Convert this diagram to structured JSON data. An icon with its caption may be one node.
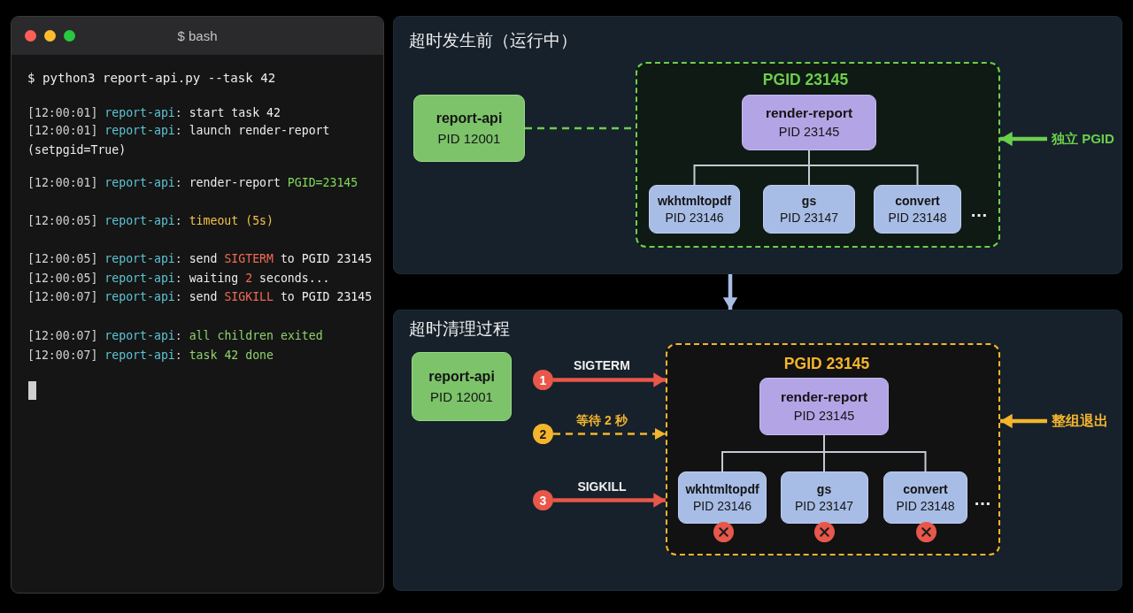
{
  "diagram": {
    "nodes": [
      {
        "text": [
          "$ bash",
          "$ python3 report-api.py --task 42",
          "[12:00:01] report-api: start task 42",
          "[12:00:01] report-api: launch render-report (setpgid=True)",
          "[12:00:01] report-api: render-report PGID=23145",
          "[12:00:05] report-api: timeout (5s)",
          "[12:00:05] report-api: send SIGTERM to PGID 23145",
          "[12:00:05] report-api: waiting 2 seconds...",
          "[12:00:07] report-api: send SIGKILL to PGID 23145",
          "[12:00:07] report-api: all children exited",
          "[12:00:07] report-api: task 42 done"
        ]
      },
      {
        "text": [
          "超时发生前（运行中）"
        ]
      },
      {
        "text": [
          "report-api",
          "PID 12001"
        ],
        "in": 1
      },
      {
        "text": [
          "PGID 23145"
        ],
        "in": 1
      },
      {
        "text": [
          "render-report",
          "PID 23145"
        ],
        "in": 3
      },
      {
        "text": [
          "wkhtmltopdf",
          "PID 23146"
        ],
        "in": 3
      },
      {
        "text": [
          "gs",
          "PID 23147"
        ],
        "in": 3
      },
      {
        "text": [
          "convert",
          "PID 23148"
        ],
        "in": 3
      },
      {
        "text": [
          "独立 PGID"
        ],
        "in": 1
      },
      {
        "text": [
          "超时清理过程"
        ]
      },
      {
        "text": [
          "report-api",
          "PID 12001"
        ],
        "in": 9
      },
      {
        "text": [
          "1"
        ],
        "in": 9
      },
      {
        "text": [
          "2"
        ],
        "in": 9
      },
      {
        "text": [
          "3"
        ],
        "in": 9
      },
      {
        "text": [
          "PGID 23145"
        ],
        "in": 9
      },
      {
        "text": [
          "render-report",
          "PID 23145"
        ],
        "in": 14
      },
      {
        "text": [
          "wkhtmltopdf",
          "PID 23146"
        ],
        "in": 14
      },
      {
        "text": [
          "gs",
          "PID 23147"
        ],
        "in": 14
      },
      {
        "text": [
          "convert",
          "PID 23148"
        ],
        "in": 14
      },
      {
        "text": [
          "整组退出"
        ],
        "in": 9
      }
    ],
    "edges": [
      {
        "from": 2,
        "to": 3,
        "arrow": "none",
        "style": "dashed",
        "color": "#6ccf4c"
      },
      {
        "from": 4,
        "to": 5,
        "arrow": "none"
      },
      {
        "from": 4,
        "to": 6,
        "arrow": "none"
      },
      {
        "from": 4,
        "to": 7,
        "arrow": "none"
      },
      {
        "from": 8,
        "to": 3,
        "arrow": "to",
        "style": "thick",
        "color": "#6ccf4c"
      },
      {
        "from": 1,
        "to": 9,
        "arrow": "to",
        "style": "thick",
        "color": "#a9bde3"
      },
      {
        "from": 11,
        "to": 14,
        "arrow": "to",
        "label": "SIGTERM",
        "style": "thick",
        "color": "#e8574a"
      },
      {
        "from": 12,
        "to": 14,
        "arrow": "to",
        "label": "等待 2 秒",
        "style": "dashed",
        "color": "#f4b52c"
      },
      {
        "from": 13,
        "to": 14,
        "arrow": "to",
        "label": "SIGKILL",
        "style": "thick",
        "color": "#e8574a"
      },
      {
        "from": 15,
        "to": 16,
        "arrow": "none"
      },
      {
        "from": 15,
        "to": 17,
        "arrow": "none"
      },
      {
        "from": 15,
        "to": 18,
        "arrow": "none"
      },
      {
        "from": 19,
        "to": 14,
        "arrow": "to",
        "style": "thick",
        "color": "#f4b52c"
      }
    ],
    "labels": [
      "…",
      "…"
    ]
  }
}
